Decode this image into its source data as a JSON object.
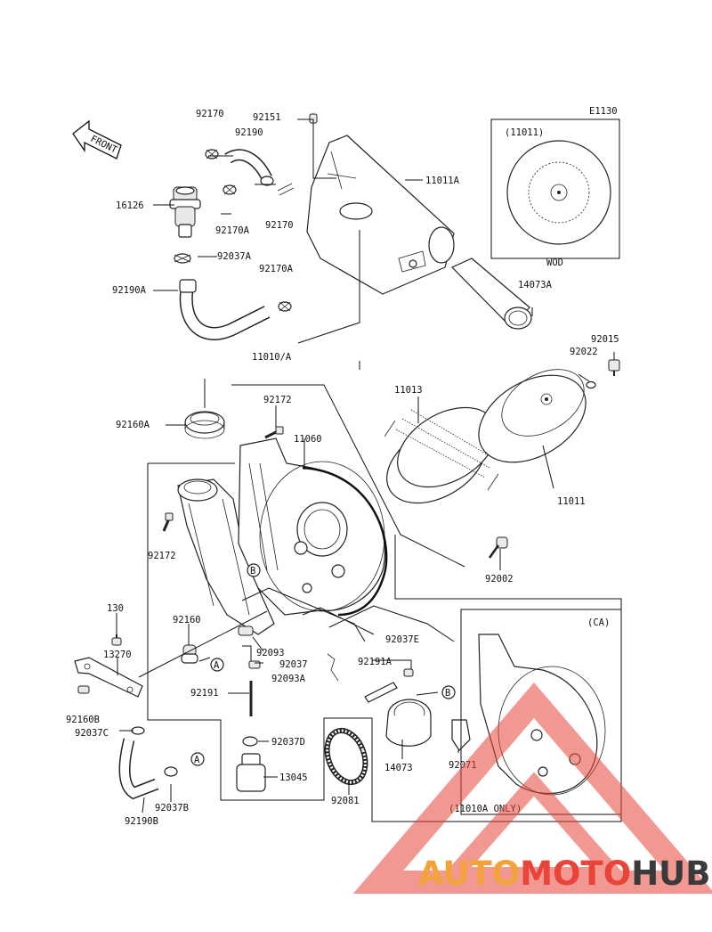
{
  "diagram_code": "E1130",
  "front_label": "FRONT",
  "callouts": [
    {
      "text": "92170"
    },
    {
      "text": "92151"
    },
    {
      "text": "92190"
    },
    {
      "text": "11011A"
    },
    {
      "text": "16126"
    },
    {
      "text": "92170A"
    },
    {
      "text": "92170"
    },
    {
      "text": "92037A"
    },
    {
      "text": "92170A"
    },
    {
      "text": "92190A"
    },
    {
      "text": "14073A"
    },
    {
      "text": "11010/A"
    },
    {
      "text": "92015"
    },
    {
      "text": "92022"
    },
    {
      "text": "11013"
    },
    {
      "text": "92172"
    },
    {
      "text": "92160A"
    },
    {
      "text": "11060"
    },
    {
      "text": "11011"
    },
    {
      "text": "92172"
    },
    {
      "text": "92002"
    },
    {
      "text": "130"
    },
    {
      "text": "92160"
    },
    {
      "text": "92093"
    },
    {
      "text": "13270"
    },
    {
      "text": "92037"
    },
    {
      "text": "92093A"
    },
    {
      "text": "92037E"
    },
    {
      "text": "92191A"
    },
    {
      "text": "92191"
    },
    {
      "text": "92160B"
    },
    {
      "text": "92037C"
    },
    {
      "text": "92037D"
    },
    {
      "text": "14073"
    },
    {
      "text": "92071"
    },
    {
      "text": "13045"
    },
    {
      "text": "92081"
    },
    {
      "text": "92037B"
    },
    {
      "text": "92190B"
    }
  ],
  "markers": [
    {
      "text": "A"
    },
    {
      "text": "A"
    },
    {
      "text": "B"
    },
    {
      "text": "B"
    }
  ],
  "inset_wod": {
    "code": "(11011)",
    "caption": "WOD"
  },
  "inset_ca": {
    "code": "(CA)",
    "caption": "(11010A ONLY)"
  },
  "watermark": {
    "text": "AUTOMOTOHUB",
    "colors": {
      "auto": "#f4a23a",
      "moto": "#e9443a",
      "hub": "#3a3a3a",
      "triangle": "#e9443a"
    }
  }
}
